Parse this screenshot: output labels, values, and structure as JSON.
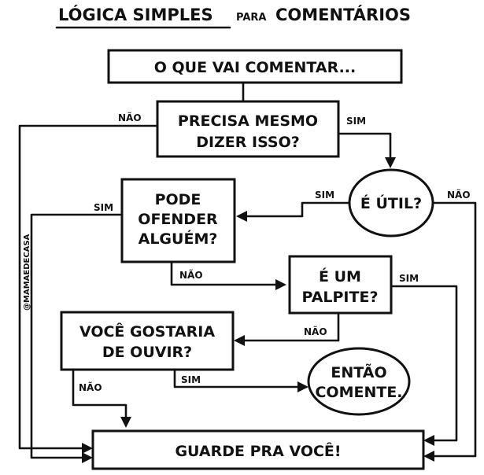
{
  "title": {
    "part1": "LÓGICA SIMPLES",
    "part2": "PARA",
    "part3": "COMENTÁRIOS"
  },
  "nodes": {
    "start": "O QUE VAI COMENTAR...",
    "precisa": [
      "PRECISA MESMO",
      "DIZER ISSO?"
    ],
    "util": "É ÚTIL?",
    "pode": [
      "PODE",
      "OFENDER",
      "ALGUÉM?"
    ],
    "palpite": [
      "É UM",
      "PALPITE?"
    ],
    "gostaria": [
      "VOCÊ GOSTARIA",
      "DE OUVIR?"
    ],
    "comente": [
      "ENTÃO",
      "COMENTE."
    ],
    "guarde": "GUARDE PRA VOCÊ!"
  },
  "edge_labels": {
    "precisa_nao": "NÃO",
    "precisa_sim": "SIM",
    "util_sim": "SIM",
    "util_nao": "NÃO",
    "pode_sim": "SIM",
    "pode_nao": "NÃO",
    "palpite_sim": "SIM",
    "palpite_nao": "NÃO",
    "gostaria_sim": "SIM",
    "gostaria_nao": "NÃO"
  },
  "watermark": "@MAMAEDECASA"
}
